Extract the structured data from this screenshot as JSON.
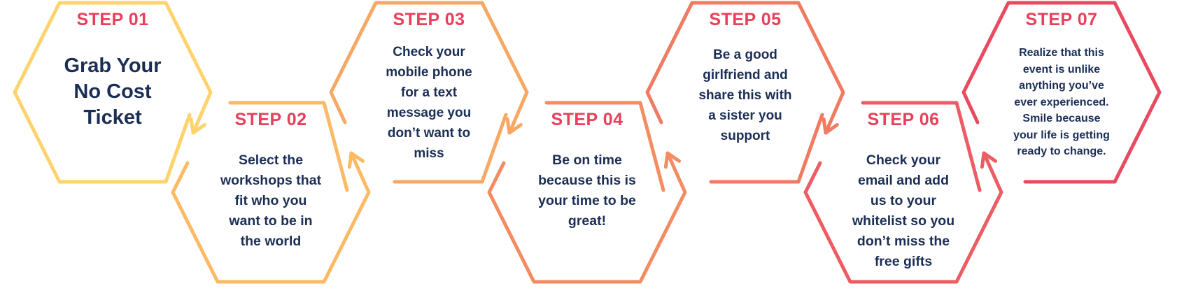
{
  "colors": {
    "label": "#E8405A",
    "text": "#1B2E55",
    "outlines": [
      "#FFD36B",
      "#FDBA65",
      "#F9A863",
      "#F48C62",
      "#F07A62",
      "#EC5D63",
      "#E84A5F"
    ]
  },
  "steps": [
    {
      "label": "STEP 01",
      "text": "Grab Your\nNo Cost\nTicket"
    },
    {
      "label": "STEP 02",
      "text": "Select the\nworkshops that\nfit who you\nwant to be in\nthe world"
    },
    {
      "label": "STEP 03",
      "text": "Check your\nmobile phone\nfor a text\nmessage you\ndon’t want to\nmiss"
    },
    {
      "label": "STEP 04",
      "text": "Be on time\nbecause this is\nyour time to be\ngreat!"
    },
    {
      "label": "STEP 05",
      "text": "Be a good\ngirlfriend and\nshare this with\na sister you\nsupport"
    },
    {
      "label": "STEP 06",
      "text": "Check your\nemail and add\nus to your\nwhitelist so you\ndon’t miss the\nfree gifts"
    },
    {
      "label": "STEP 07",
      "text": "Realize that this\nevent is unlike\nanything you’ve\never experienced.\nSmile because\nyour life is getting\nready to change."
    }
  ]
}
